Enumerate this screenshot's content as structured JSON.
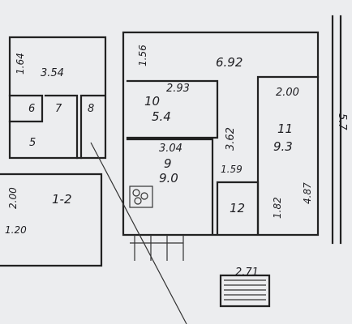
{
  "dimensions": {
    "d_1_64": "1.64",
    "d_3_54": "3.54",
    "d_1_56": "1.56",
    "d_6_92": "6.92",
    "d_2_93": "2.93",
    "d_2_00_right": "2.00",
    "d_3_62": "3.62",
    "d_3_04": "3.04",
    "d_1_59": "1.59",
    "d_1_82": "1.82",
    "d_4_87": "4.87",
    "d_2_00_left": "2.00",
    "d_1_20": "1.20",
    "d_2_71": "2.71",
    "d_5_7_edge": "5.7"
  },
  "rooms": {
    "r5": "5",
    "r6": "6",
    "r7": "7",
    "r8": "8",
    "r9": "9",
    "r9_area": "9.0",
    "r10": "10",
    "r10_area": "5.4",
    "r11": "11",
    "r11_area": "9.3",
    "r12": "12",
    "r1_2": "1-2"
  }
}
